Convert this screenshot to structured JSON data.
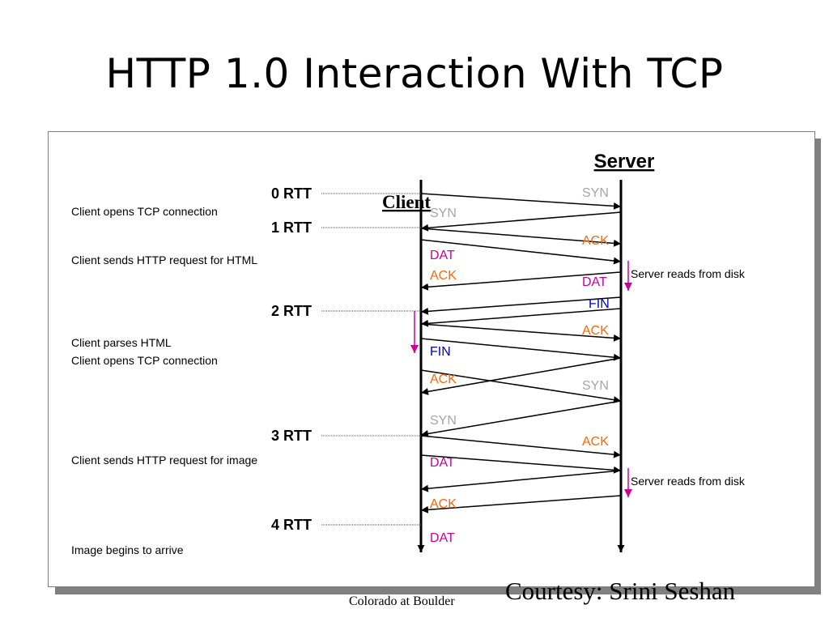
{
  "slide": {
    "title": "HTTP 1.0 Interaction With TCP",
    "courtesy": "Courtesy: Srini Seshan",
    "institution": "Colorado at Boulder"
  },
  "colors": {
    "syn": "#a6a6a6",
    "ack": "#ff6600",
    "dat": "#cc0099",
    "fin": "#0000cc",
    "disk_arrow": "#cc0099",
    "line": "#000000"
  },
  "diagram": {
    "server_label": "Server",
    "client_label": "Client",
    "rtt_markers": [
      "0 RTT",
      "1 RTT",
      "2 RTT",
      "3 RTT",
      "4 RTT"
    ],
    "annotations": [
      "Client opens TCP connection",
      "Client sends HTTP request for HTML",
      "Client parses HTML",
      "Client opens TCP connection",
      "Client sends HTTP request for image",
      "Image begins to arrive"
    ],
    "server_notes": [
      "Server reads from disk",
      "Server reads from disk"
    ],
    "packets": [
      {
        "label": "SYN",
        "kind": "syn",
        "direction": "to-server"
      },
      {
        "label": "SYN",
        "kind": "syn",
        "direction": "to-client"
      },
      {
        "label": "ACK",
        "kind": "ack",
        "direction": "to-server"
      },
      {
        "label": "DAT",
        "kind": "dat",
        "direction": "to-server"
      },
      {
        "label": "ACK",
        "kind": "ack",
        "direction": "to-client"
      },
      {
        "label": "DAT",
        "kind": "dat",
        "direction": "to-client"
      },
      {
        "label": "FIN",
        "kind": "fin",
        "direction": "to-client"
      },
      {
        "label": "ACK",
        "kind": "ack",
        "direction": "to-server"
      },
      {
        "label": "FIN",
        "kind": "fin",
        "direction": "to-server"
      },
      {
        "label": "ACK",
        "kind": "ack",
        "direction": "to-client"
      },
      {
        "label": "SYN",
        "kind": "syn",
        "direction": "to-server"
      },
      {
        "label": "SYN",
        "kind": "syn",
        "direction": "to-client"
      },
      {
        "label": "ACK",
        "kind": "ack",
        "direction": "to-server"
      },
      {
        "label": "DAT",
        "kind": "dat",
        "direction": "to-server"
      },
      {
        "label": "ACK",
        "kind": "ack",
        "direction": "to-client"
      },
      {
        "label": "DAT",
        "kind": "dat",
        "direction": "to-client"
      }
    ]
  }
}
